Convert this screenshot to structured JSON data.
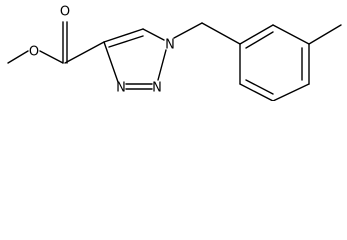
{
  "structure": {
    "atoms": {
      "ester_o_single": "O",
      "ester_o_double": "O",
      "triazole_n1": "N",
      "triazole_n2": "N",
      "triazole_n3": "N"
    }
  }
}
